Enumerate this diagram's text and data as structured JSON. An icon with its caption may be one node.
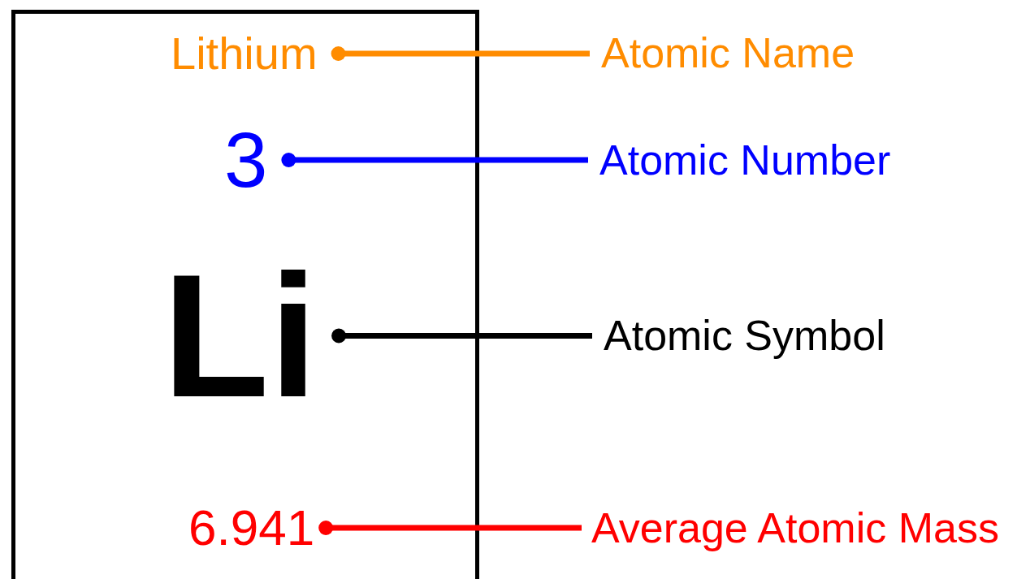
{
  "diagram": {
    "nodes": [
      {
        "text": [],
        "shape": "box"
      },
      {
        "text": [
          "Lithium"
        ],
        "in": 0
      },
      {
        "text": [
          "3"
        ],
        "in": 0
      },
      {
        "text": [
          "Li"
        ],
        "in": 0
      },
      {
        "text": [
          "6.941"
        ],
        "in": 0
      },
      {
        "text": [
          "Atomic Name"
        ]
      },
      {
        "text": [
          "Atomic Number"
        ]
      },
      {
        "text": [
          "Atomic Symbol"
        ]
      },
      {
        "text": [
          "Average Atomic Mass"
        ]
      }
    ],
    "edges": [
      {
        "from": 1,
        "to": 5,
        "arrow": "other",
        "color": "#ff8c00"
      },
      {
        "from": 2,
        "to": 6,
        "arrow": "other",
        "color": "#0000ff"
      },
      {
        "from": 3,
        "to": 7,
        "arrow": "other",
        "color": "#000000"
      },
      {
        "from": 4,
        "to": 8,
        "arrow": "other",
        "color": "#ff0000"
      }
    ]
  }
}
